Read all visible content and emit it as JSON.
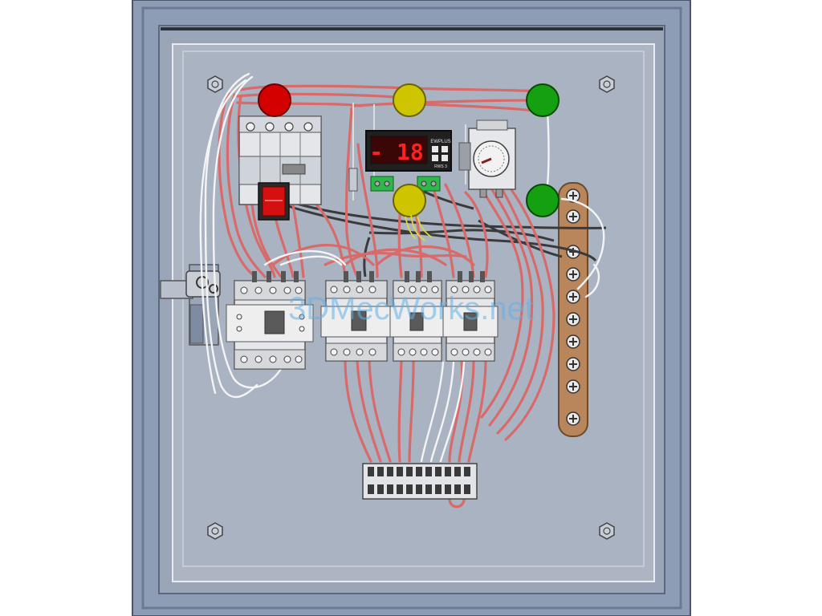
{
  "watermark": {
    "text": "3DMecWorks.net"
  },
  "controller": {
    "display": "- 18",
    "brand": "EWPLUS",
    "model": "RWS 3"
  },
  "colors": {
    "enclosure": "#8d9db5",
    "panel": "#aab3c2",
    "wire_red": "#d96a6a",
    "wire_white": "#f2f2f2",
    "wire_black": "#3a3a3a",
    "lamp_red": "#d40000",
    "lamp_yellow": "#cfc400",
    "lamp_green": "#14a010",
    "busbar": "#b8865a",
    "display_digits": "#ff2020"
  },
  "icons": {
    "lamps": [
      "red-pilot-lamp-icon",
      "yellow-pilot-lamp-icon",
      "green-pilot-lamp-icon",
      "yellow-pilot-lamp-icon",
      "green-pilot-lamp-icon"
    ],
    "devices": [
      "circuit-breaker-icon",
      "rocker-switch-icon",
      "temperature-controller-icon",
      "timer-relay-icon",
      "contactor-icon",
      "terminal-block-icon",
      "ground-bus-bar-icon",
      "door-latch-icon"
    ]
  }
}
